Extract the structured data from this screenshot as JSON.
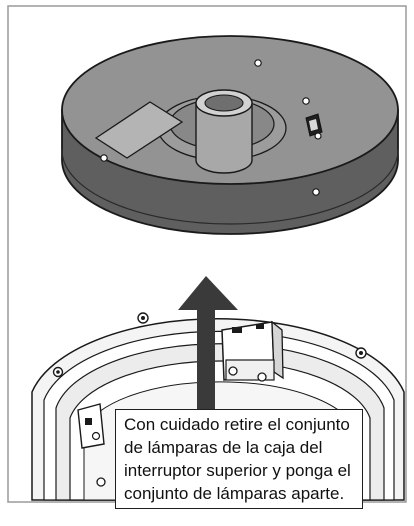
{
  "caption": {
    "lines": [
      "Con cuidado retire el conjunto",
      "de lámparas de la caja del",
      "interruptor superior y ponga el",
      "conjunto de lámparas aparte."
    ]
  },
  "colors": {
    "light_kit_top": "#909090",
    "light_kit_side": "#5e5e5e",
    "arrow": "#3a3a3a",
    "housing_fill": "#f2f2f2",
    "outline": "#1a1a1a"
  }
}
